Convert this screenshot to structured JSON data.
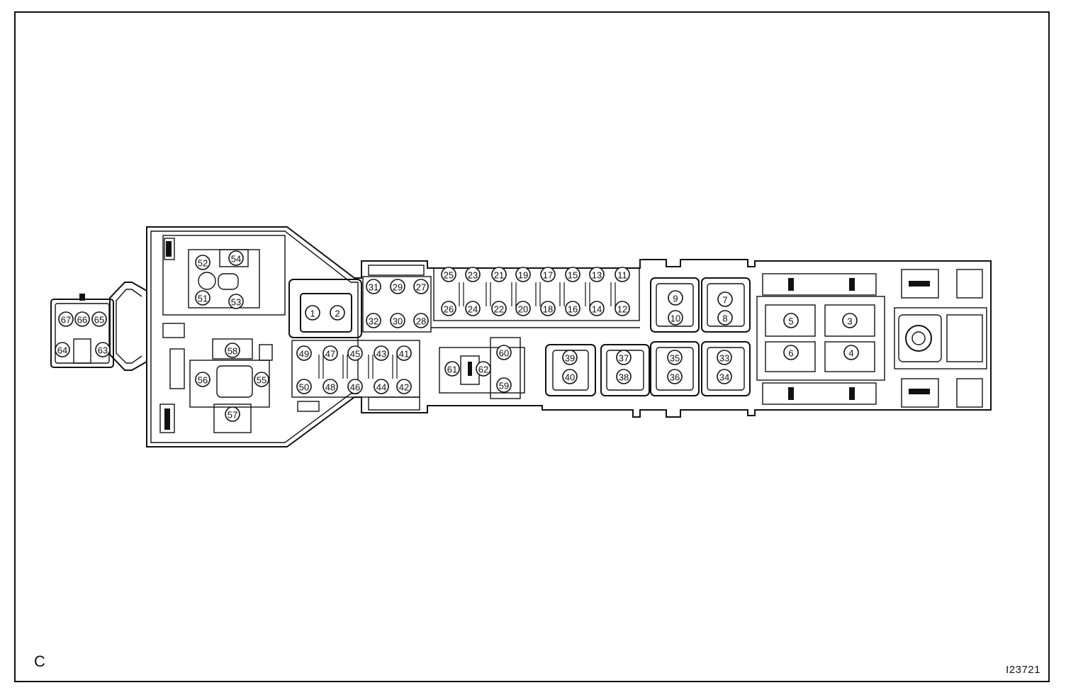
{
  "diagram": {
    "corner_label": "C",
    "figure_id": "I23721",
    "pins": [
      {
        "n": "1"
      },
      {
        "n": "2"
      },
      {
        "n": "3"
      },
      {
        "n": "4"
      },
      {
        "n": "5"
      },
      {
        "n": "6"
      },
      {
        "n": "7"
      },
      {
        "n": "8"
      },
      {
        "n": "9"
      },
      {
        "n": "10"
      },
      {
        "n": "11"
      },
      {
        "n": "12"
      },
      {
        "n": "13"
      },
      {
        "n": "14"
      },
      {
        "n": "15"
      },
      {
        "n": "16"
      },
      {
        "n": "17"
      },
      {
        "n": "18"
      },
      {
        "n": "19"
      },
      {
        "n": "20"
      },
      {
        "n": "21"
      },
      {
        "n": "22"
      },
      {
        "n": "23"
      },
      {
        "n": "24"
      },
      {
        "n": "25"
      },
      {
        "n": "26"
      },
      {
        "n": "27"
      },
      {
        "n": "28"
      },
      {
        "n": "29"
      },
      {
        "n": "30"
      },
      {
        "n": "31"
      },
      {
        "n": "32"
      },
      {
        "n": "33"
      },
      {
        "n": "34"
      },
      {
        "n": "35"
      },
      {
        "n": "36"
      },
      {
        "n": "37"
      },
      {
        "n": "38"
      },
      {
        "n": "39"
      },
      {
        "n": "40"
      },
      {
        "n": "41"
      },
      {
        "n": "42"
      },
      {
        "n": "43"
      },
      {
        "n": "44"
      },
      {
        "n": "45"
      },
      {
        "n": "46"
      },
      {
        "n": "47"
      },
      {
        "n": "48"
      },
      {
        "n": "49"
      },
      {
        "n": "50"
      },
      {
        "n": "51"
      },
      {
        "n": "52"
      },
      {
        "n": "53"
      },
      {
        "n": "54"
      },
      {
        "n": "55"
      },
      {
        "n": "56"
      },
      {
        "n": "57"
      },
      {
        "n": "58"
      },
      {
        "n": "59"
      },
      {
        "n": "60"
      },
      {
        "n": "61"
      },
      {
        "n": "62"
      },
      {
        "n": "63"
      },
      {
        "n": "64"
      },
      {
        "n": "65"
      },
      {
        "n": "66"
      },
      {
        "n": "67"
      }
    ]
  }
}
